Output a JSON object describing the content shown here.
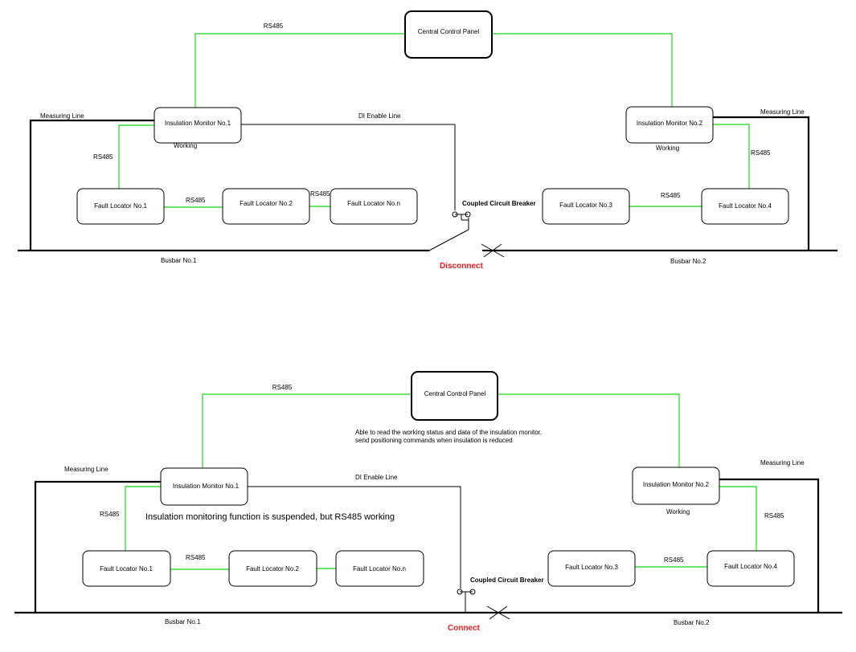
{
  "top": {
    "central_panel": "Central Control Panel",
    "rs485_top": "RS485",
    "monitor_1": "Insulation Monitor No.1",
    "monitor_2": "Insulation Monitor No.2",
    "monitor_1_status": "Working",
    "monitor_2_status": "Working",
    "measuring_line_left": "Measuring Line",
    "measuring_line_right": "Measuring Line",
    "di_enable_line": "DI Enable Line",
    "rs485_left": "RS485",
    "rs485_right": "RS485",
    "rs485_locators_left": "RS485",
    "rs485_locators_mid": "RS485",
    "rs485_locators_right": "RS485",
    "locator_1": "Fault Locator No.1",
    "locator_2": "Fault Locator No.2",
    "locator_n": "Fault Locator No.n",
    "locator_3": "Fault Locator No.3",
    "locator_4": "Fault Locator No.4",
    "breaker": "Coupled Circuit Breaker",
    "breaker_state": "Disconnect",
    "busbar_1": "Busbar No.1",
    "busbar_2": "Busbar No.2"
  },
  "bottom": {
    "central_panel": "Central Control Panel",
    "rs485_top": "RS485",
    "panel_note_line1": "Able to read the working status and data of the insulation monitor,",
    "panel_note_line2": "send positioning commands when insulation is reduced",
    "monitor_1": "Insulation Monitor No.1",
    "monitor_2": "Insulation Monitor No.2",
    "monitor_1_note": "Insulation monitoring function is suspended, but RS485 working",
    "monitor_2_status": "Working",
    "measuring_line_left": "Measuring Line",
    "measuring_line_right": "Measuring Line",
    "di_enable_line": "DI Enable Line",
    "rs485_left": "RS485",
    "rs485_right": "RS485",
    "rs485_locators_left": "RS485",
    "rs485_locators_right": "RS485",
    "locator_1": "Fault Locator No.1",
    "locator_2": "Fault Locator No.2",
    "locator_n": "Fault Locator No.n",
    "locator_3": "Fault Locator No.3",
    "locator_4": "Fault Locator No.4",
    "breaker": "Coupled Circuit Breaker",
    "breaker_state": "Connect",
    "busbar_1": "Busbar No.1",
    "busbar_2": "Busbar No.2"
  },
  "colors": {
    "rs485_link": "#3cdc3c",
    "state_label": "#e81c1c"
  }
}
